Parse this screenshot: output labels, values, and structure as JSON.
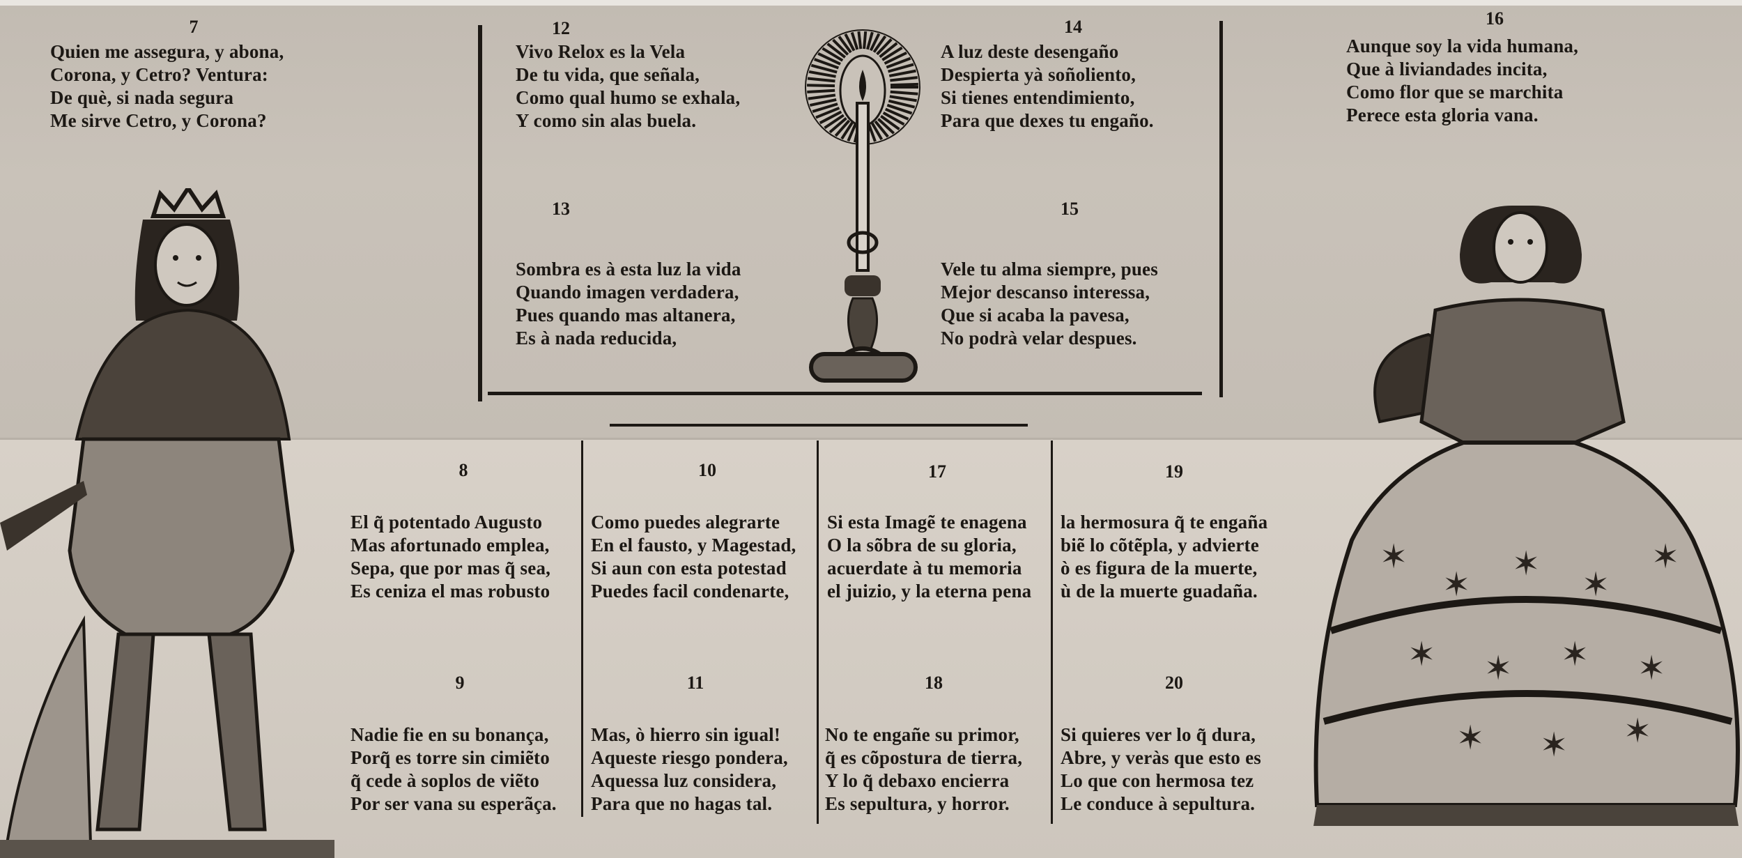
{
  "document": {
    "stanzas_top": [
      {
        "number": "7",
        "lines": [
          "Quien me assegura, y abona,",
          "Corona, y Cetro? Ventura:",
          "De què, si nada segura",
          "Me sirve Cetro, y Corona?"
        ]
      },
      {
        "number": "12",
        "lines": [
          "Vivo Relox es la Vela",
          "De tu vida, que señala,",
          "Como qual humo se exhala,",
          "Y como sin alas buela."
        ]
      },
      {
        "number": "14",
        "lines": [
          "A luz deste desengaño",
          "Despierta yà soñoliento,",
          "Si tienes entendimiento,",
          "Para que dexes tu engaño."
        ]
      },
      {
        "number": "13",
        "lines": [
          "Sombra es à esta luz la vida",
          "Quando imagen verdadera,",
          "Pues quando mas altanera,",
          "Es à nada reducida,"
        ]
      },
      {
        "number": "15",
        "lines": [
          "Vele tu alma siempre, pues",
          "Mejor descanso interessa,",
          "Que si acaba la pavesa,",
          "No podrà velar despues."
        ]
      },
      {
        "number": "16",
        "lines": [
          "Aunque soy la vida humana,",
          "Que à liviandades incita,",
          "Como flor que se marchita",
          "Perece esta gloria vana."
        ]
      }
    ],
    "stanzas_bottom": [
      {
        "number": "8",
        "lines": [
          "El q̃ potentado Augusto",
          "Mas afortunado emplea,",
          "Sepa, que por mas q̃ sea,",
          "Es ceniza el mas robusto"
        ]
      },
      {
        "number": "10",
        "lines": [
          "Como puedes alegrarte",
          "En el fausto, y Magestad,",
          "Si aun con esta potestad",
          "Puedes facil condenarte,"
        ]
      },
      {
        "number": "17",
        "lines": [
          "Si esta Imagẽ te enagena",
          "O la sõbra de su gloria,",
          "acuerdate à tu memoria",
          "el juizio, y la eterna pena"
        ]
      },
      {
        "number": "19",
        "lines": [
          "la hermosura q̃ te engaña",
          "biẽ lo cõtẽpla, y advierte",
          "ò es figura de la muerte,",
          "ù de la muerte guadaña."
        ]
      },
      {
        "number": "9",
        "lines": [
          "Nadie fie en su bonança,",
          "Porq̃ es torre sin cimiẽto",
          "q̃ cede à soplos de viẽto",
          "Por ser vana su esperãça."
        ]
      },
      {
        "number": "11",
        "lines": [
          "Mas, ò hierro sin igual!",
          "Aqueste riesgo pondera,",
          "Aquessa luz considera,",
          "Para que no hagas tal."
        ]
      },
      {
        "number": "18",
        "lines": [
          "No te engañe su primor,",
          "q̃ es cõpostura de tierra,",
          "Y lo q̃ debaxo encierra",
          "Es sepultura, y horror."
        ]
      },
      {
        "number": "20",
        "lines": [
          "Si quieres ver lo q̃ dura,",
          "Abre, y veràs que esto es",
          "Lo que con hermosa tez",
          "Le conduce à sepultura."
        ]
      }
    ]
  },
  "colors": {
    "paper_top": "#c9c2b9",
    "paper_bottom": "#d4cdc4",
    "ink": "#1c1814"
  }
}
